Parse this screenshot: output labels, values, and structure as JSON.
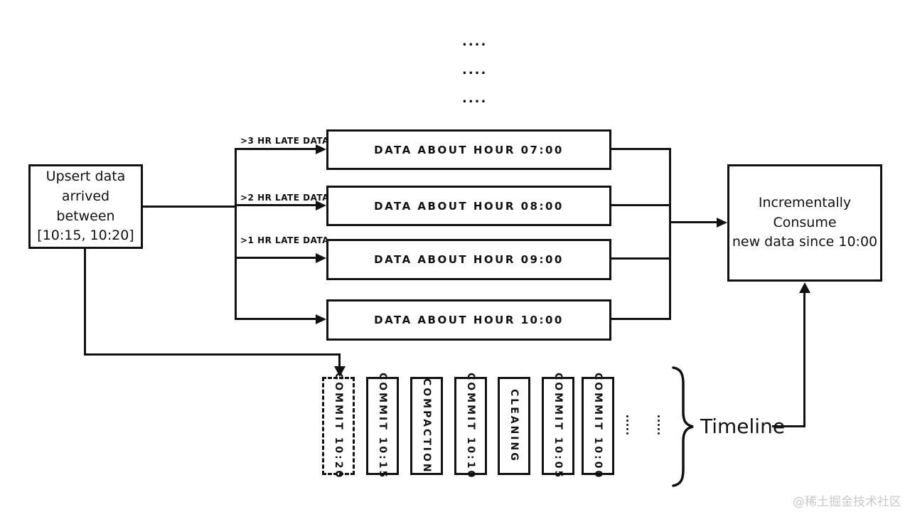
{
  "diagram": {
    "top_dots": {
      "row1": "....",
      "row2": "....",
      "row3": "...."
    },
    "upsert_box": {
      "line1": "Upsert data",
      "line2": "arrived between",
      "line3": "[10:15, 10:20]"
    },
    "late_labels": [
      {
        "text": ">3 HR LATE DATA"
      },
      {
        "text": ">2 HR LATE DATA"
      },
      {
        "text": ">1 HR LATE DATA"
      }
    ],
    "data_boxes": [
      {
        "label": "DATA ABOUT HOUR 07:00"
      },
      {
        "label": "DATA ABOUT HOUR 08:00"
      },
      {
        "label": "DATA ABOUT HOUR 09:00"
      },
      {
        "label": "DATA ABOUT HOUR 10:00"
      }
    ],
    "consume_box": {
      "line1": "Incrementally Consume",
      "line2": "new data since 10:00"
    },
    "timeline": {
      "items": [
        {
          "label": "COMMIT 10:20",
          "style": "dashed"
        },
        {
          "label": "COMMIT 10:15",
          "style": "solid"
        },
        {
          "label": "COMPACTION",
          "style": "solid"
        },
        {
          "label": "COMMIT 10:10",
          "style": "solid"
        },
        {
          "label": "CLEANING",
          "style": "solid"
        },
        {
          "label": "COMMIT 10:05",
          "style": "solid"
        },
        {
          "label": "COMMIT 10:00",
          "style": "solid"
        }
      ],
      "brace_label": "Timeline"
    },
    "watermark": "@稀土掘金技术社区",
    "colors": {
      "line": "#111111",
      "background": "#ffffff",
      "watermark": "#c9c9c9"
    }
  }
}
